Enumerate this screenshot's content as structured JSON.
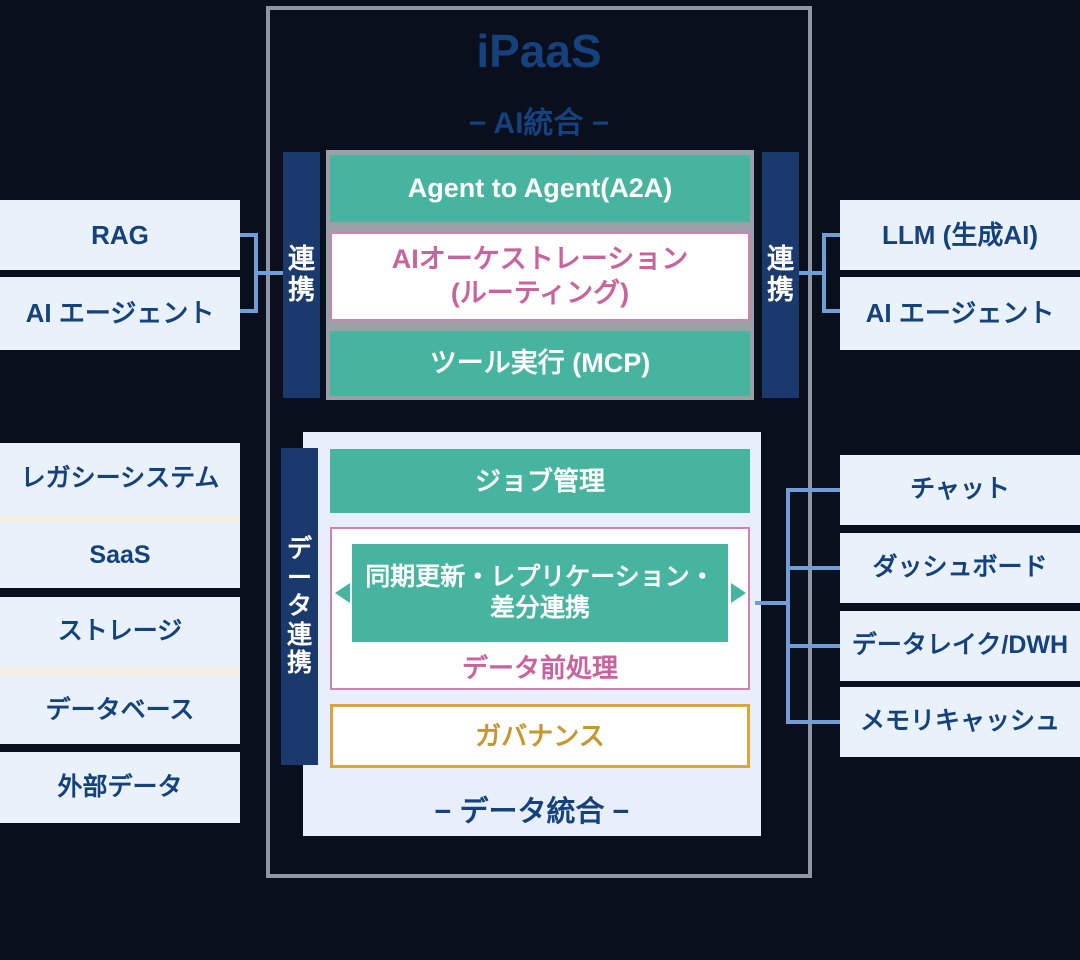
{
  "colors": {
    "bg": "#0a0f1d",
    "frame": "#8e96a4",
    "teal": "#47b4a0",
    "navy": "#1a3a6e",
    "blue_text": "#15417d",
    "pink_text": "#c9639e",
    "pink_border": "#cf84ad",
    "gold_text": "#c8962f",
    "gold_border": "#dba43c",
    "light_box": "#e9f1fb",
    "panel": "#e8effa",
    "line_blue": "#6f9ed8",
    "gray_panel": "#9aa0a6",
    "cream": "#f1efe8"
  },
  "ipaas": {
    "title": "iPaaS",
    "ai_section_label": "− AI統合 −"
  },
  "ai_integration": {
    "a2a": "Agent to Agent(A2A)",
    "orchestration_line1": "AIオーケストレーション",
    "orchestration_line2": "(ルーティング)",
    "mcp": "ツール実行 (MCP)",
    "left_link": "連携",
    "right_link": "連携"
  },
  "left_top": [
    "RAG",
    "AI エージェント"
  ],
  "right_top": [
    "LLM (生成AI)",
    "AI エージェント"
  ],
  "data_integration": {
    "link": "データ連携",
    "job": "ジョブ管理",
    "sync_line1": "同期更新・レプリケーション・",
    "sync_line2": "差分連携",
    "preprocess": "データ前処理",
    "governance": "ガバナンス",
    "label": "− データ統合 −"
  },
  "left_bottom": [
    "レガシーシステム",
    "SaaS",
    "ストレージ",
    "データベース",
    "外部データ"
  ],
  "right_bottom": [
    "チャット",
    "ダッシュボード",
    "データレイク/DWH",
    "メモリキャッシュ"
  ]
}
